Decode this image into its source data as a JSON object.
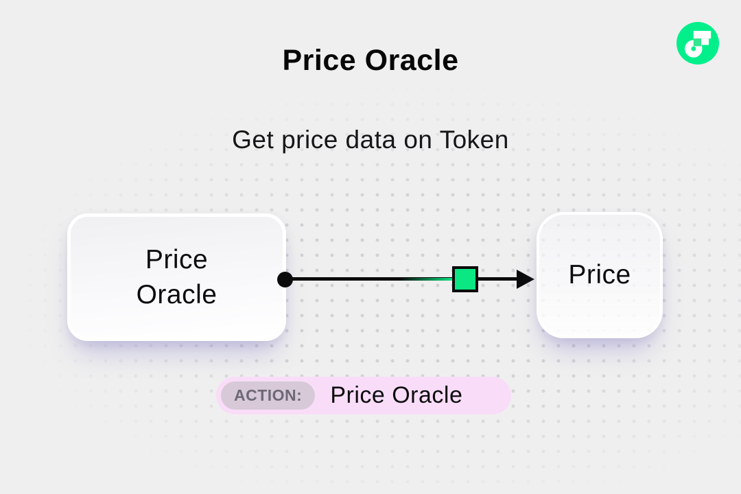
{
  "header": {
    "title": "Price Oracle",
    "subtitle": "Get price data on Token"
  },
  "logo": {
    "name": "flow-logo",
    "brand_green": "#00ef8b"
  },
  "diagram": {
    "source_node": {
      "label": "Price\nOracle"
    },
    "target_node": {
      "label": "Price"
    },
    "connector": {
      "start": "dot",
      "end": "arrowhead",
      "square_color": "#0ae783",
      "line_color": "#0b0b0c"
    }
  },
  "action_bar": {
    "label": "ACTION:",
    "value": "Price Oracle"
  },
  "colors": {
    "background": "#efefef",
    "dot_grid": "#d2d2d5",
    "action_pill_bg": "#f9ddf8",
    "action_label_bg": "#d7c9d7",
    "action_label_text": "#6e6876",
    "node_shadow": "rgba(126,118,199,0.38)"
  }
}
